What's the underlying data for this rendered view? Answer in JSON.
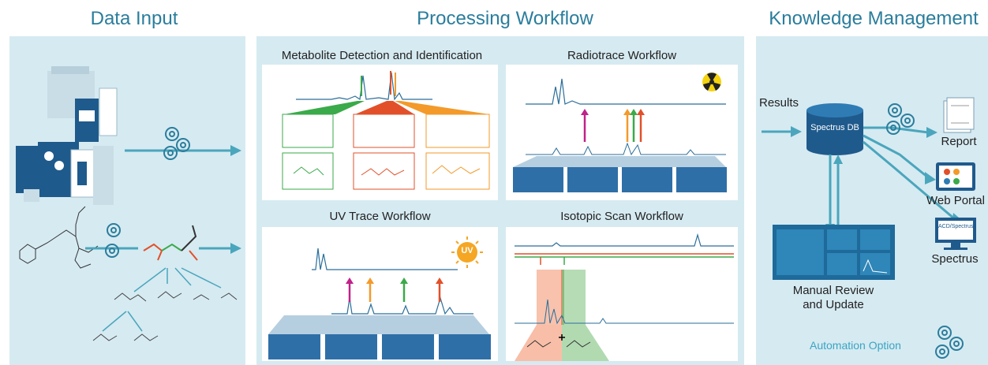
{
  "sections": {
    "data_input": "Data Input",
    "processing": "Processing Workflow",
    "knowledge": "Knowledge Management"
  },
  "workflows": {
    "metabolite": "Metabolite Detection and Identification",
    "radiotrace": "Radiotrace Workflow",
    "uv": "UV Trace  Workflow",
    "uv_badge": "UV",
    "isotopic": "Isotopic Scan Workflow"
  },
  "knowledge": {
    "results": "Results",
    "db": "Spectrus DB",
    "report": "Report",
    "web_portal": "Web Portal",
    "spectrus": "Spectrus",
    "spectrus_logo": "ACD/Spectrus",
    "manual_review_1": "Manual Review",
    "manual_review_2": "and Update",
    "automation": "Automation Option"
  },
  "colors": {
    "panel": "#d6eaf1",
    "accent": "#2a7d9c",
    "arrow": "#4aa6bd",
    "green": "#3aaa4a",
    "red": "#e2502a",
    "orange": "#f39a2a",
    "magenta": "#c0218a"
  },
  "icons": [
    "gear-icon",
    "radiation-icon",
    "sun-icon",
    "database-icon",
    "report-icon",
    "browser-icon",
    "monitor-icon"
  ]
}
